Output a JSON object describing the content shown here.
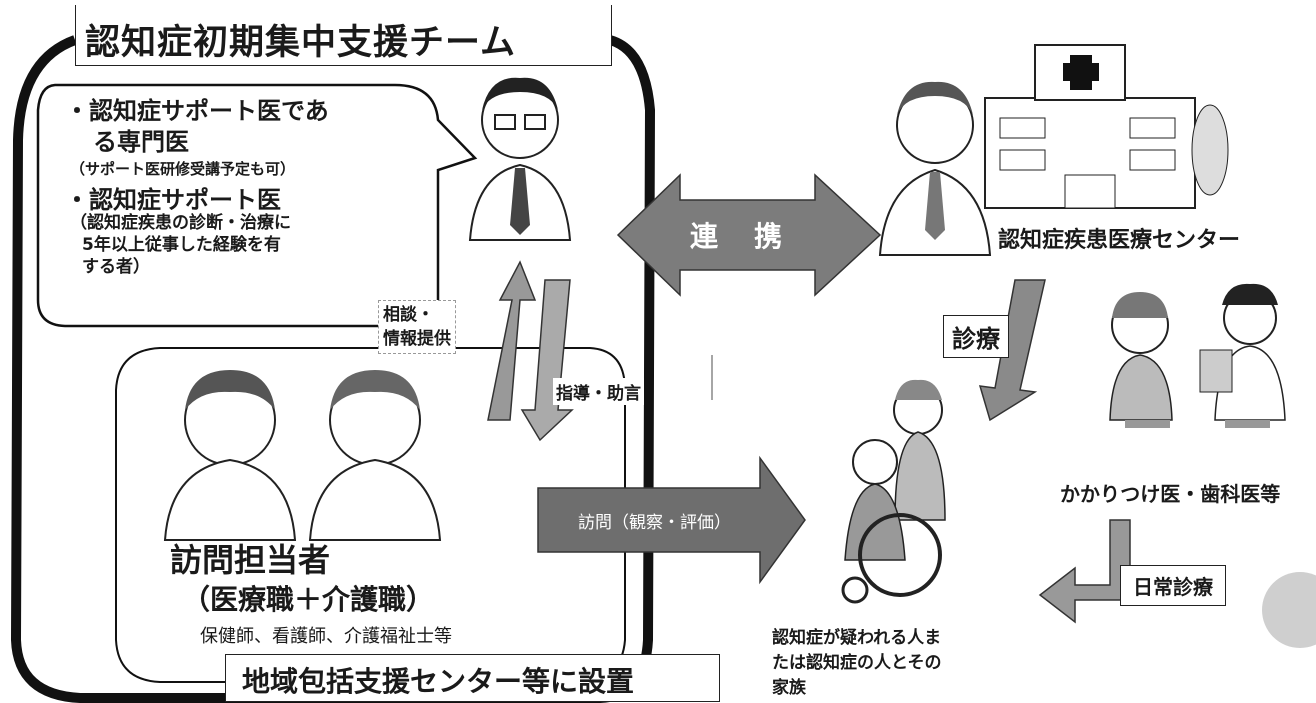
{
  "title": "認知症初期集中支援チーム",
  "support_doctor": {
    "line1": "・認知症サポート医であ",
    "line2": "る専門医",
    "line3": "（サポート医研修受講予定も可）",
    "line4": "・認知症サポート医",
    "line5": "（認知症疾患の診断・治療に",
    "line6": "5年以上従事した経験を有",
    "line7": "する者）"
  },
  "consult_label_1": "相談・",
  "consult_label_2": "情報提供",
  "guidance_label": "指導・助言",
  "renkei_label": "連　携",
  "medical_center_label": "認知症疾患医療センター",
  "diagnosis_label": "診療",
  "family_doctor_label": "かかりつけ医・歯科医等",
  "daily_care_label": "日常診療",
  "visit_label": "訪問（観察・評価）",
  "visitor": {
    "title": "訪問担当者",
    "subtitle": "（医療職＋介護職）",
    "examples": "保健師、看護師、介護福祉士等"
  },
  "setup_label": "地域包括支援センター等に設置",
  "patient_label_1": "認知症が疑われる人ま",
  "patient_label_2": "たは認知症の人とその",
  "patient_label_3": "家族",
  "colors": {
    "arrow_gray": "#888888",
    "arrow_dark": "#555555",
    "frame": "#111111"
  }
}
